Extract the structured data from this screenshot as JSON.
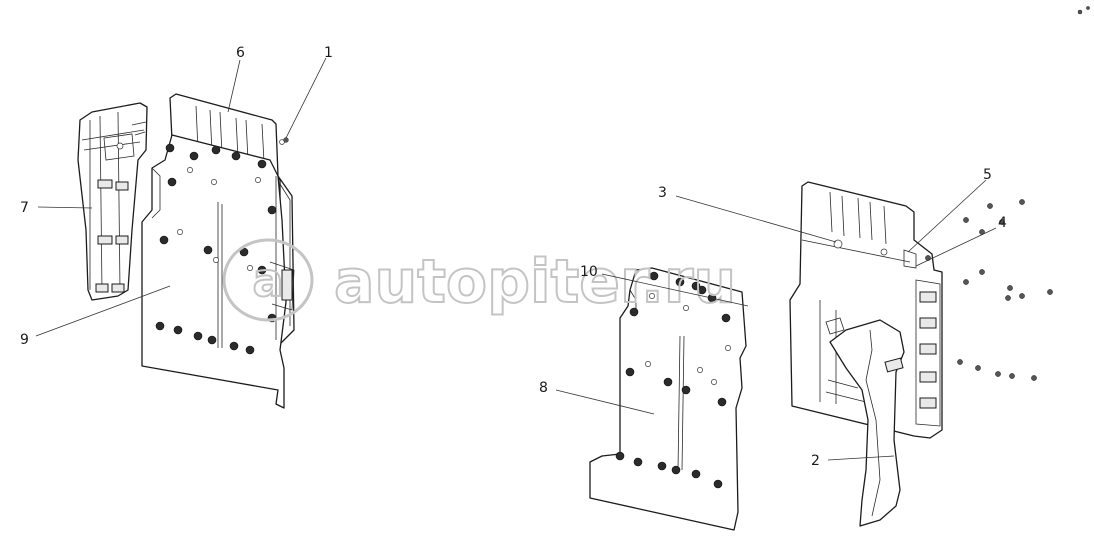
{
  "diagram": {
    "callouts": [
      {
        "id": "1",
        "label": "1"
      },
      {
        "id": "2",
        "label": "2"
      },
      {
        "id": "3",
        "label": "3"
      },
      {
        "id": "4",
        "label": "4"
      },
      {
        "id": "5",
        "label": "5"
      },
      {
        "id": "6",
        "label": "6"
      },
      {
        "id": "7",
        "label": "7"
      },
      {
        "id": "8",
        "label": "8"
      },
      {
        "id": "9",
        "label": "9"
      },
      {
        "id": "10",
        "label": "10"
      }
    ]
  },
  "watermark": {
    "logo_letter": "a",
    "text": "autopiter.ru"
  },
  "colors": {
    "line": "#1c1c1c",
    "watermark": "#c4c4c4",
    "background": "#ffffff"
  }
}
